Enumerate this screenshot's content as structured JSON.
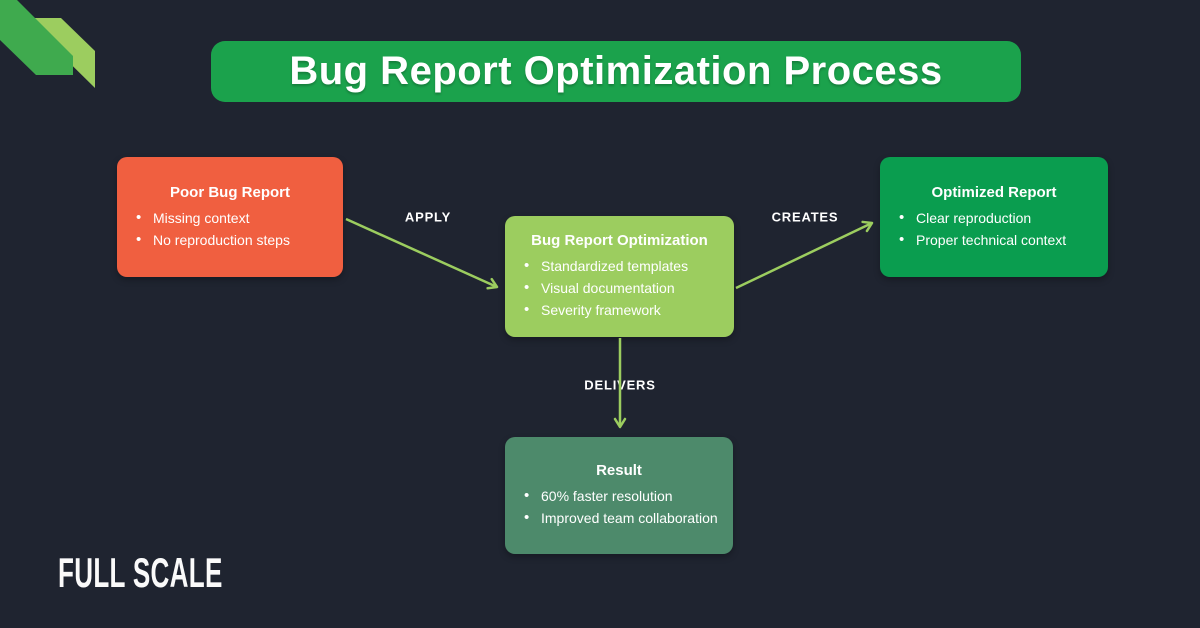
{
  "background_color": "#1f2430",
  "title": {
    "text": "Bug Report Optimization Process",
    "bg_color": "#1ba24c",
    "text_color": "#ffffff"
  },
  "logo": {
    "text": "FULL SCALE",
    "color": "#fafafa"
  },
  "nodes": {
    "poor": {
      "title": "Poor Bug Report",
      "bullets": [
        "Missing context",
        "No reproduction steps"
      ],
      "color": "#f05f40"
    },
    "optimization": {
      "title": "Bug Report Optimization",
      "bullets": [
        "Standardized templates",
        "Visual documentation",
        "Severity framework"
      ],
      "color": "#9ccd5f"
    },
    "optimized": {
      "title": "Optimized Report",
      "bullets": [
        "Clear reproduction",
        "Proper technical context"
      ],
      "color": "#0a9d4f"
    },
    "result": {
      "title": "Result",
      "bullets": [
        "60% faster resolution",
        "Improved team collaboration"
      ],
      "color": "#4d8a6b"
    }
  },
  "edges": {
    "apply": {
      "label": "APPLY"
    },
    "creates": {
      "label": "CREATES"
    },
    "delivers": {
      "label": "DELIVERS"
    }
  },
  "arrow_color": "#9ccd5f",
  "decoration": {
    "ribbon_dark": "#3faa4e",
    "ribbon_light": "#9ccd5f"
  }
}
